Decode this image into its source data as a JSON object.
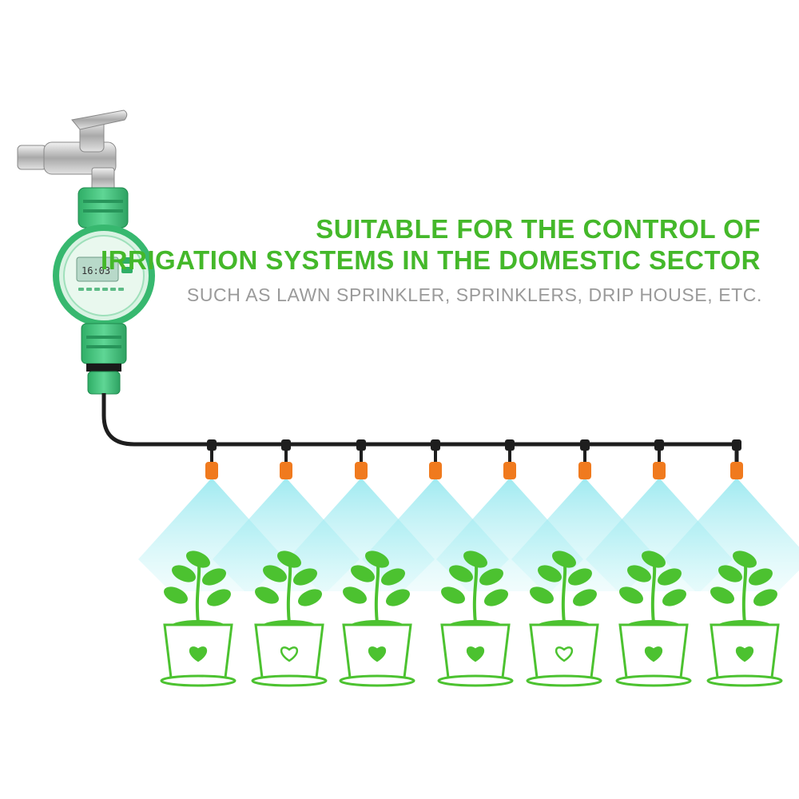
{
  "headline": {
    "line1": "SUITABLE FOR THE CONTROL OF",
    "line2": "IRRIGATION SYSTEMS IN THE DOMESTIC SECTOR",
    "subline": "SUCH AS LAWN SPRINKLER, SPRINKLERS, DRIP HOUSE, ETC.",
    "color_accent": "#44b82a",
    "color_sub": "#9a9a9a"
  },
  "timer": {
    "display_value": "16:03",
    "body_color": "#3cc47a",
    "icons": [
      "faucet-icon",
      "water-timer-icon"
    ]
  },
  "sprinklers": {
    "count": 8,
    "nozzle_color": "#f07a1e",
    "spray_color": "#7fe3ea"
  },
  "pots": {
    "count": 8,
    "color": "#4cc230",
    "heart_styles": [
      "filled",
      "outline",
      "filled",
      "filled",
      "outline",
      "filled",
      "filled"
    ]
  }
}
